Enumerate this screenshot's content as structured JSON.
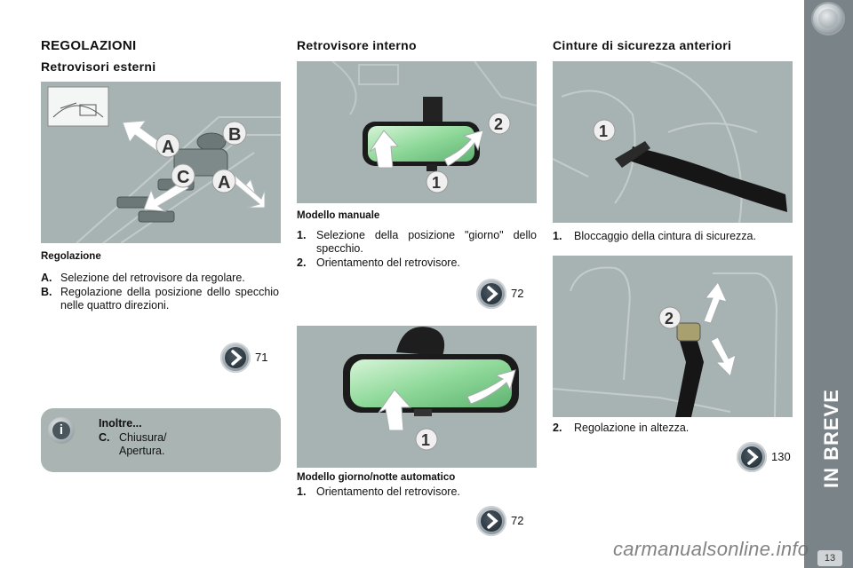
{
  "section": {
    "title": "REGOLAZIONI",
    "side_label": "IN BREVE",
    "page_number": "13"
  },
  "col1": {
    "heading": "Retrovisori esterni",
    "subheading": "Regolazione",
    "items": [
      {
        "key": "A.",
        "text": "Selezione del retrovisore da regolare."
      },
      {
        "key": "B.",
        "text": "Regolazione della posizione dello specchio nelle quattro direzioni."
      }
    ],
    "ref": "71",
    "note": {
      "title": "Inoltre...",
      "key": "C.",
      "text": "Chiusura/ Apertura."
    },
    "labels": [
      "A",
      "B",
      "C",
      "A"
    ]
  },
  "col2": {
    "heading": "Retrovisore interno",
    "manual": {
      "heading": "Modello manuale",
      "items": [
        {
          "key": "1.",
          "text": "Selezione della posizione \"giorno\" dello specchio."
        },
        {
          "key": "2.",
          "text": "Orientamento del retrovisore."
        }
      ],
      "ref": "72"
    },
    "auto": {
      "heading": "Modello giorno/notte automatico",
      "items": [
        {
          "key": "1.",
          "text": "Orientamento del retrovisore."
        }
      ],
      "ref": "72"
    },
    "labels_manual": [
      "1",
      "2"
    ],
    "labels_auto": [
      "1"
    ]
  },
  "col3": {
    "heading": "Cinture di sicurezza anteriori",
    "items1": [
      {
        "key": "1.",
        "text": "Bloccaggio della cintura di sicurezza."
      }
    ],
    "items2": [
      {
        "key": "2.",
        "text": "Regolazione in altezza."
      }
    ],
    "ref": "130",
    "labels_top": [
      "1"
    ],
    "labels_bottom": [
      "2"
    ]
  },
  "footer": {
    "watermark": "carmanualsonline.info"
  },
  "icons": {
    "ref": "chevron-right-icon",
    "info": "info-icon",
    "corner": "circle-badge-icon"
  },
  "colors": {
    "picture_bg": "#a7b3b2",
    "sidebar": "#7a8388",
    "mirror_glass": "#8fd99a"
  }
}
